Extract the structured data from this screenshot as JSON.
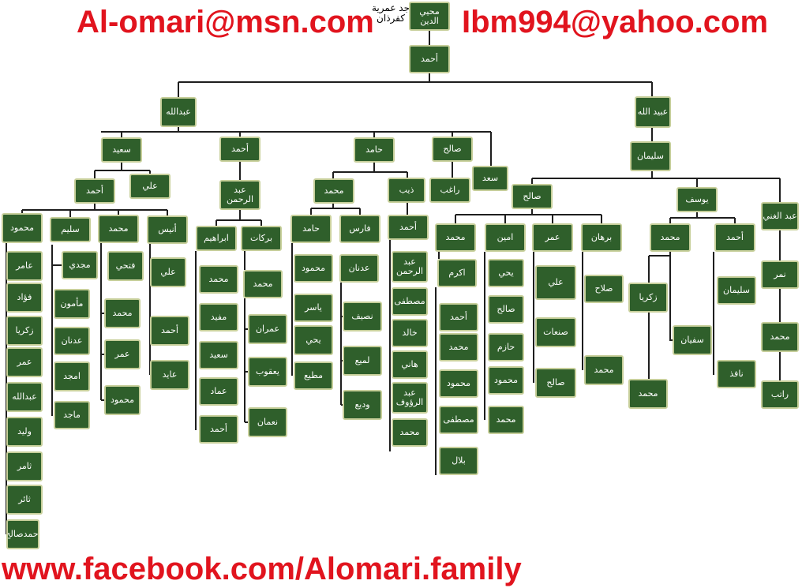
{
  "header": {
    "email_left": "Al-omari@msn.com",
    "email_right": "Ibm994@yahoo.com",
    "note_line1": "جد عمرية",
    "note_line2": "كفرذان",
    "footer_url": "www.facebook.com/Alomari.family"
  },
  "colors": {
    "node_fill": "#2f5f2b",
    "node_border": "#c7cf9a",
    "line": "#1e1e1e",
    "header_text": "#e1141e"
  },
  "tree": [
    {
      "id": "root",
      "label": "محيي الدين",
      "parent": null
    },
    {
      "id": "ahmad1",
      "label": "أحمد",
      "parent": "root"
    },
    {
      "id": "abdallah",
      "label": "عبدالله",
      "parent": "ahmad1"
    },
    {
      "id": "ubaidallah",
      "label": "عبيد الله",
      "parent": "ahmad1"
    },
    {
      "id": "saeed",
      "label": "سعيد",
      "parent": "abdallah"
    },
    {
      "id": "ahmad2",
      "label": "أحمد",
      "parent": "abdallah"
    },
    {
      "id": "hamed1",
      "label": "حامد",
      "parent": "abdallah"
    },
    {
      "id": "saleh1",
      "label": "صالح",
      "parent": "abdallah"
    },
    {
      "id": "saad",
      "label": "سعد",
      "parent": "abdallah"
    },
    {
      "id": "sulaiman1",
      "label": "سليمان",
      "parent": "ubaidallah"
    },
    {
      "id": "ahmad_s",
      "label": "أحمد",
      "parent": "saeed"
    },
    {
      "id": "ali_s",
      "label": "علي",
      "parent": "saeed"
    },
    {
      "id": "abdulrahman1",
      "label": "عبد الرحمن",
      "parent": "ahmad2"
    },
    {
      "id": "mohammad_h",
      "label": "محمد",
      "parent": "hamed1"
    },
    {
      "id": "theeb",
      "label": "ذيب",
      "parent": "hamed1"
    },
    {
      "id": "ragheb",
      "label": "راغب",
      "parent": "saleh1"
    },
    {
      "id": "saleh2",
      "label": "صالح",
      "parent": "sulaiman1"
    },
    {
      "id": "yousef",
      "label": "يوسف",
      "parent": "sulaiman1"
    },
    {
      "id": "abdulghani",
      "label": "عبد الغني",
      "parent": "sulaiman1"
    },
    {
      "id": "mahmoud1",
      "label": "محمود",
      "parent": "ahmad_s"
    },
    {
      "id": "saleem",
      "label": "سليم",
      "parent": "ahmad_s"
    },
    {
      "id": "mohammad_as",
      "label": "محمد",
      "parent": "ahmad_s"
    },
    {
      "id": "anees",
      "label": "أنيس",
      "parent": "ahmad_s"
    },
    {
      "id": "ibrahim",
      "label": "ابراهيم",
      "parent": "abdulrahman1"
    },
    {
      "id": "barakat",
      "label": "بركات",
      "parent": "abdulrahman1"
    },
    {
      "id": "hamed2",
      "label": "حامد",
      "parent": "mohammad_h"
    },
    {
      "id": "fares",
      "label": "فارس",
      "parent": "mohammad_h"
    },
    {
      "id": "ahmad_t",
      "label": "أحمد",
      "parent": "theeb"
    },
    {
      "id": "mohammad_s2",
      "label": "محمد",
      "parent": "saleh2"
    },
    {
      "id": "ameen",
      "label": "امين",
      "parent": "saleh2"
    },
    {
      "id": "omar_s2",
      "label": "عمر",
      "parent": "saleh2"
    },
    {
      "id": "burhan",
      "label": "برهان",
      "parent": "saleh2"
    },
    {
      "id": "mohammad_y",
      "label": "محمد",
      "parent": "yousef"
    },
    {
      "id": "ahmad_y",
      "label": "أحمد",
      "parent": "yousef"
    },
    {
      "id": "nimr",
      "label": "نمر",
      "parent": "abdulghani"
    },
    {
      "id": "amer",
      "label": "عامر",
      "parent": "mahmoud1"
    },
    {
      "id": "fouad",
      "label": "فؤاد",
      "parent": "mahmoud1"
    },
    {
      "id": "zakaria1",
      "label": "زكريا",
      "parent": "mahmoud1"
    },
    {
      "id": "omar_m",
      "label": "عمر",
      "parent": "mahmoud1"
    },
    {
      "id": "abdallah_m",
      "label": "عبدالله",
      "parent": "mahmoud1"
    },
    {
      "id": "waleed",
      "label": "وليد",
      "parent": "mahmoud1"
    },
    {
      "id": "thamer",
      "label": "ثامر",
      "parent": "mahmoud1"
    },
    {
      "id": "thaer",
      "label": "ثائر",
      "parent": "mahmoud1"
    },
    {
      "id": "ahmadsaleh",
      "label": "احمدصالح",
      "parent": "mahmoud1"
    },
    {
      "id": "majdi",
      "label": "مجدي",
      "parent": "saleem"
    },
    {
      "id": "mamoun",
      "label": "مأمون",
      "parent": "saleem"
    },
    {
      "id": "adnan1",
      "label": "عدنان",
      "parent": "saleem"
    },
    {
      "id": "amjad",
      "label": "امجد",
      "parent": "saleem"
    },
    {
      "id": "majed",
      "label": "ماجد",
      "parent": "saleem"
    },
    {
      "id": "fathi",
      "label": "فتحي",
      "parent": "mohammad_as"
    },
    {
      "id": "mohammad_f",
      "label": "محمد",
      "parent": "fathi"
    },
    {
      "id": "omar_f",
      "label": "عمر",
      "parent": "fathi"
    },
    {
      "id": "mahmoud_f",
      "label": "محمود",
      "parent": "fathi"
    },
    {
      "id": "ali_a",
      "label": "علي",
      "parent": "anees"
    },
    {
      "id": "ahmad_a",
      "label": "أحمد",
      "parent": "anees"
    },
    {
      "id": "ayed",
      "label": "عايد",
      "parent": "anees"
    },
    {
      "id": "mohammad_i",
      "label": "محمد",
      "parent": "ibrahim"
    },
    {
      "id": "mufeed",
      "label": "مفيد",
      "parent": "ibrahim"
    },
    {
      "id": "saeed_i",
      "label": "سعيد",
      "parent": "ibrahim"
    },
    {
      "id": "emad",
      "label": "عماد",
      "parent": "ibrahim"
    },
    {
      "id": "ahmad_i",
      "label": "أحمد",
      "parent": "ibrahim"
    },
    {
      "id": "mohammad_b",
      "label": "محمد",
      "parent": "barakat"
    },
    {
      "id": "imran",
      "label": "عمران",
      "parent": "mohammad_b"
    },
    {
      "id": "yaqoub",
      "label": "يعقوب",
      "parent": "mohammad_b"
    },
    {
      "id": "numan",
      "label": "نعمان",
      "parent": "mohammad_b"
    },
    {
      "id": "mahmoud_h2",
      "label": "محمود",
      "parent": "hamed2"
    },
    {
      "id": "yaser",
      "label": "ياسر",
      "parent": "hamed2"
    },
    {
      "id": "yahya1",
      "label": "يحي",
      "parent": "hamed2"
    },
    {
      "id": "mutee",
      "label": "مطيع",
      "parent": "hamed2"
    },
    {
      "id": "adnan2",
      "label": "عدنان",
      "parent": "fares"
    },
    {
      "id": "naseef",
      "label": "نصيف",
      "parent": "adnan2"
    },
    {
      "id": "lamee",
      "label": "لميع",
      "parent": "adnan2"
    },
    {
      "id": "wadee",
      "label": "وديع",
      "parent": "adnan2"
    },
    {
      "id": "abdulrahman2",
      "label": "عبد الرحمن",
      "parent": "ahmad_t"
    },
    {
      "id": "mustafa1",
      "label": "مصطفى",
      "parent": "ahmad_t"
    },
    {
      "id": "khaled",
      "label": "خالد",
      "parent": "ahmad_t"
    },
    {
      "id": "hani",
      "label": "هاني",
      "parent": "ahmad_t"
    },
    {
      "id": "abdulraouf",
      "label": "عبد الرؤوف",
      "parent": "ahmad_t"
    },
    {
      "id": "mohammad_t",
      "label": "محمد",
      "parent": "ahmad_t"
    },
    {
      "id": "akram",
      "label": "اكرم",
      "parent": "mohammad_s2"
    },
    {
      "id": "ahmad_k",
      "label": "أحمد",
      "parent": "akram"
    },
    {
      "id": "mohammad_k",
      "label": "محمد",
      "parent": "akram"
    },
    {
      "id": "mahmoud_k",
      "label": "محمود",
      "parent": "akram"
    },
    {
      "id": "mustafa2",
      "label": "مصطفى",
      "parent": "akram"
    },
    {
      "id": "bilal",
      "label": "بلال",
      "parent": "akram"
    },
    {
      "id": "yahya2",
      "label": "يحي",
      "parent": "ameen"
    },
    {
      "id": "saleh3",
      "label": "صالح",
      "parent": "ameen"
    },
    {
      "id": "hazem",
      "label": "حازم",
      "parent": "ameen"
    },
    {
      "id": "mahmoud_am",
      "label": "محمود",
      "parent": "ameen"
    },
    {
      "id": "mohammad_am",
      "label": "محمد",
      "parent": "ameen"
    },
    {
      "id": "ali_o",
      "label": "علي",
      "parent": "omar_s2"
    },
    {
      "id": "sunat",
      "label": "صنعات",
      "parent": "omar_s2"
    },
    {
      "id": "saleh4",
      "label": "صالح",
      "parent": "omar_s2"
    },
    {
      "id": "salah",
      "label": "صلاح",
      "parent": "burhan"
    },
    {
      "id": "mohammad_br",
      "label": "محمد",
      "parent": "burhan"
    },
    {
      "id": "zakaria2",
      "label": "زكريا",
      "parent": "mohammad_y"
    },
    {
      "id": "sufian",
      "label": "سفيان",
      "parent": "mohammad_y"
    },
    {
      "id": "mohammad_z",
      "label": "محمد",
      "parent": "zakaria2"
    },
    {
      "id": "sulaiman2",
      "label": "سليمان",
      "parent": "ahmad_y"
    },
    {
      "id": "nafez",
      "label": "نافذ",
      "parent": "ahmad_y"
    },
    {
      "id": "mohammad_n",
      "label": "محمد",
      "parent": "nimr"
    },
    {
      "id": "rateb",
      "label": "راتب",
      "parent": "nimr"
    }
  ]
}
